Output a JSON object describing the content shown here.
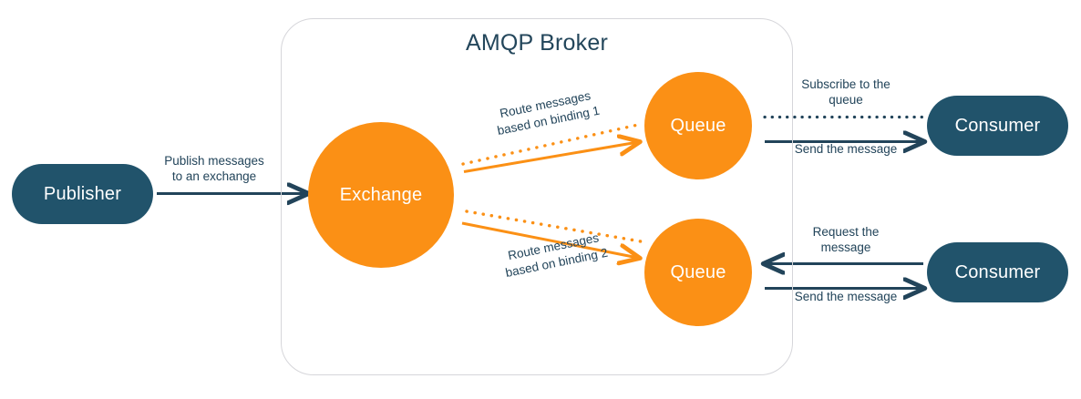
{
  "diagram": {
    "title": "AMQP Broker",
    "colors": {
      "node_dark": "#21536b",
      "node_orange": "#fb9015",
      "text_dark": "#22445a",
      "container_border": "#d6d6da",
      "background": "#ffffff"
    }
  },
  "nodes": {
    "publisher": {
      "label": "Publisher",
      "shape": "rounded-rect",
      "color": "#21536b"
    },
    "exchange": {
      "label": "Exchange",
      "shape": "circle",
      "color": "#fb9015"
    },
    "queue_top": {
      "label": "Queue",
      "shape": "circle",
      "color": "#fb9015"
    },
    "queue_bottom": {
      "label": "Queue",
      "shape": "circle",
      "color": "#fb9015"
    },
    "consumer_top": {
      "label": "Consumer",
      "shape": "rounded-rect",
      "color": "#21536b"
    },
    "consumer_bottom": {
      "label": "Consumer",
      "shape": "rounded-rect",
      "color": "#21536b"
    }
  },
  "edges": {
    "publish": {
      "label": "Publish messages\nto an exchange",
      "style": "solid",
      "direction": "right",
      "color": "#22445a"
    },
    "binding_1": {
      "label": "Route messages\nbased on binding 1",
      "style": "dotted+solid",
      "direction": "right",
      "color": "#fb9015"
    },
    "binding_2": {
      "label": "Route messages\nbased on binding 2",
      "style": "dotted+solid",
      "direction": "right",
      "color": "#fb9015"
    },
    "subscribe": {
      "label": "Subscribe to the\nqueue",
      "style": "dotted",
      "direction": "right",
      "color": "#22445a"
    },
    "send_top": {
      "label": "Send the message",
      "style": "solid",
      "direction": "right",
      "color": "#22445a"
    },
    "request": {
      "label": "Request the\nmessage",
      "style": "solid",
      "direction": "left",
      "color": "#22445a"
    },
    "send_bottom": {
      "label": "Send the message",
      "style": "solid",
      "direction": "right",
      "color": "#22445a"
    }
  }
}
